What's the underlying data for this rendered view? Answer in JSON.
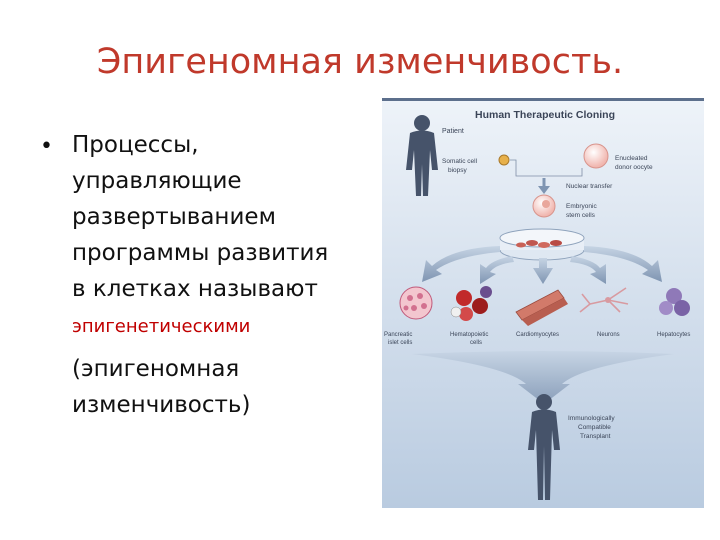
{
  "slide": {
    "title": "Эпигеномная изменчивость.",
    "bullet_lines": [
      "Процессы,",
      "управляющие",
      "развертыванием",
      "программы развития",
      "в клетках называют"
    ],
    "highlight": "эпигенетическими",
    "after_lines": [
      "(эпигеномная",
      "изменчивость)"
    ]
  },
  "figure": {
    "title": "Human Therapeutic Cloning",
    "patient": "Patient",
    "somatic_1": "Somatic cell",
    "somatic_2": "biopsy",
    "donor_1": "Enucleated",
    "donor_2": "donor oocyte",
    "nuclear": "Nuclear transfer",
    "stem_1": "Embryonic",
    "stem_2": "stem cells",
    "cells": [
      {
        "l1": "Pancreatic",
        "l2": "islet cells"
      },
      {
        "l1": "Hematopoietic",
        "l2": "cells"
      },
      {
        "l1": "Cardiomyocytes",
        "l2": ""
      },
      {
        "l1": "Neurons",
        "l2": ""
      },
      {
        "l1": "Hepatocytes",
        "l2": ""
      }
    ],
    "transplant_1": "Immunologically",
    "transplant_2": "Compatible",
    "transplant_3": "Transplant",
    "colors": {
      "bg_top": "#eef3f9",
      "bg_bottom": "#b9cbe0",
      "arrow": "#8fa3bc",
      "silhouette": "#46536a"
    }
  }
}
